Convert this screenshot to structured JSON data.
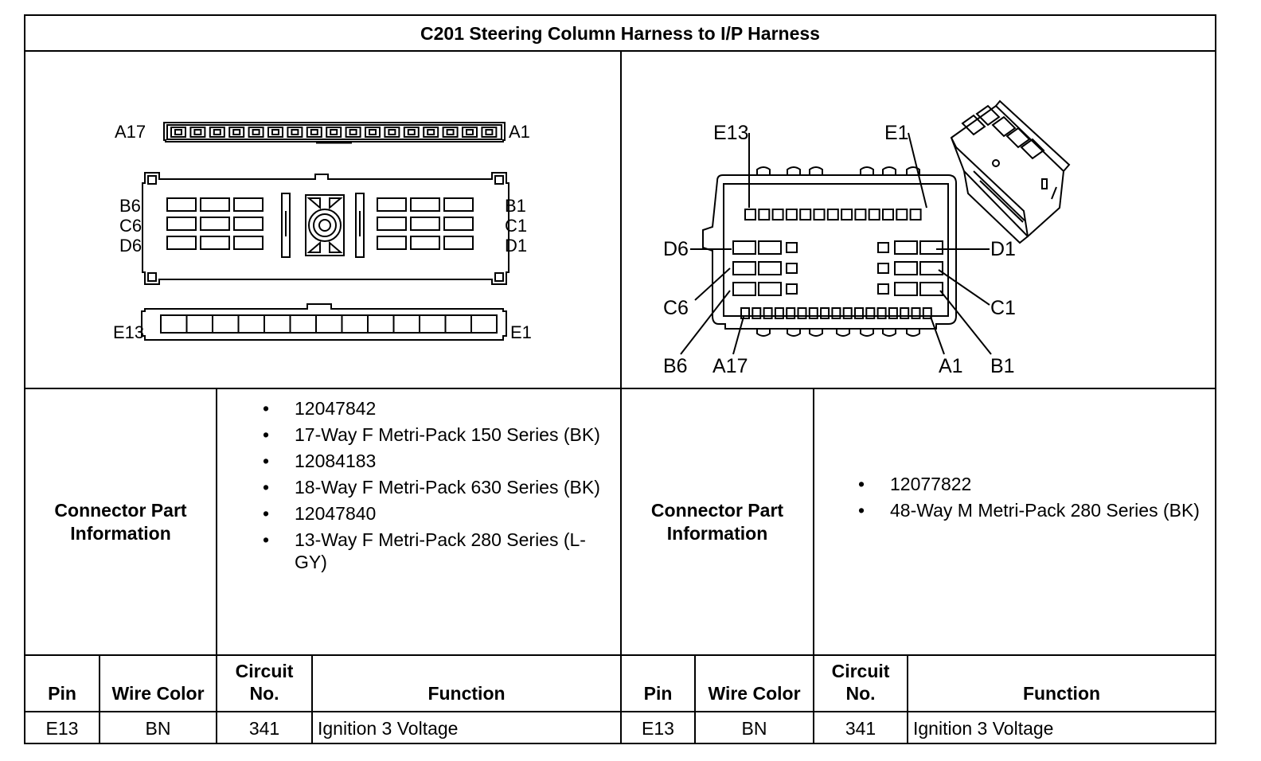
{
  "title": "C201 Steering Column Harness to I/P Harness",
  "left_connector": {
    "labels": {
      "a17": "A17",
      "a1": "A1",
      "b6": "B6",
      "c6": "C6",
      "d6": "D6",
      "b1": "B1",
      "c1": "C1",
      "d1": "D1",
      "e13": "E13",
      "e1": "E1"
    }
  },
  "right_connector": {
    "labels": {
      "e13": "E13",
      "e1": "E1",
      "d6": "D6",
      "d1": "D1",
      "c6": "C6",
      "c1": "C1",
      "b6": "B6",
      "a17": "A17",
      "a1": "A1",
      "b1": "B1"
    }
  },
  "left_info": {
    "label": "Connector Part Information",
    "items": [
      "12047842",
      "17-Way F Metri-Pack 150 Series (BK)",
      "12084183",
      "18-Way F Metri-Pack 630 Series (BK)",
      "12047840",
      "13-Way F Metri-Pack 280 Series (L-GY)"
    ]
  },
  "right_info": {
    "label": "Connector Part Information",
    "items": [
      "12077822",
      "48-Way M Metri-Pack 280 Series (BK)"
    ]
  },
  "table": {
    "headers": {
      "pin": "Pin",
      "wire_color": "Wire Color",
      "circuit": "Circuit No.",
      "function": "Function"
    },
    "rows_left": [
      {
        "pin": "E13",
        "wire_color": "BN",
        "circuit": "341",
        "function": "Ignition 3 Voltage"
      }
    ],
    "rows_right": [
      {
        "pin": "E13",
        "wire_color": "BN",
        "circuit": "341",
        "function": "Ignition 3 Voltage"
      }
    ]
  },
  "bullet_glyph": "•"
}
